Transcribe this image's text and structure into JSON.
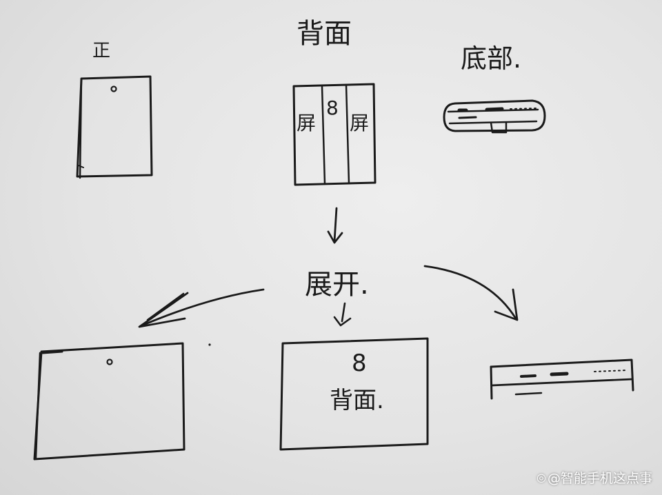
{
  "labels": {
    "front": "正",
    "back": "背面",
    "bottom": "底部.",
    "unfold": "展开.",
    "back_panel_left": "屏",
    "back_panel_center": "8",
    "back_panel_right": "屏",
    "unfolded_number": "8",
    "unfolded_back": "背面."
  },
  "watermark": {
    "icon": "toutiao-logo-icon",
    "text": "@智能手机这点事"
  }
}
